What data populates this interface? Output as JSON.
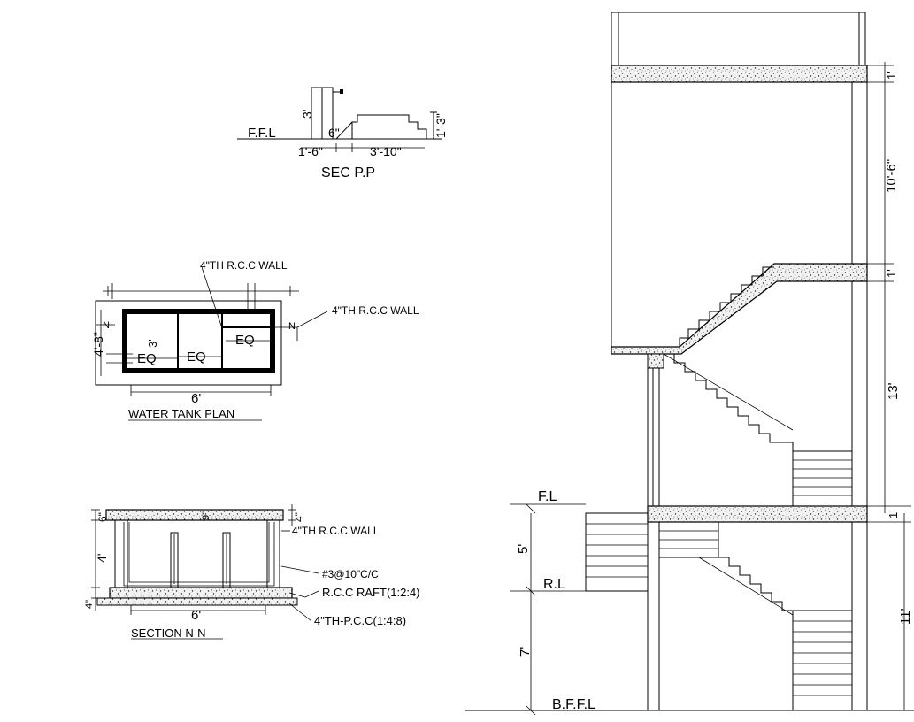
{
  "sec_pp": {
    "ffl_label": "F.F.L",
    "dim_3": "3'",
    "dim_6in": "6\"",
    "dim_1_3": "1'-3\"",
    "dim_1_6": "1'-6\"",
    "dim_3_10": "3'-10\"",
    "title": "SEC P.P"
  },
  "water_tank_plan": {
    "wall_label_top": "4\"TH R.C.C WALL",
    "wall_label_right": "4\"TH R.C.C WALL",
    "dim_4_8": "4'-8\"",
    "dim_3": "3'",
    "eq_1": "EQ",
    "eq_2": "EQ",
    "eq_3": "EQ",
    "section_mark_left": "N",
    "section_mark_right": "N",
    "dim_6": "6'",
    "title": "WATER TANK PLAN"
  },
  "section_nn": {
    "dim_6in_left": "6\"",
    "dim_9in": "9\"",
    "dim_4in_right": "4\"",
    "wall_label": "4\"TH R.C.C WALL",
    "dim_4": "4'",
    "rebar_label": "#3@10\"C/C",
    "raft_label": "R.C.C RAFT(1:2:4)",
    "pcc_label": "4\"TH-P.C.C(1:4:8)",
    "dim_4in_bottom": "4\"",
    "dim_6_bottom": "6'",
    "title": "SECTION N-N"
  },
  "building_section": {
    "dim_top_slab": "1'",
    "dim_upper_floor": "10'-6\"",
    "dim_mid_slab": "1'",
    "dim_middle_floor": "13'",
    "dim_lower_slab": "1'",
    "dim_ground_floor": "11'",
    "fl_label": "F.L",
    "rl_label": "R.L",
    "bffl_label": "B.F.F.L",
    "dim_5": "5'",
    "dim_7": "7'"
  }
}
